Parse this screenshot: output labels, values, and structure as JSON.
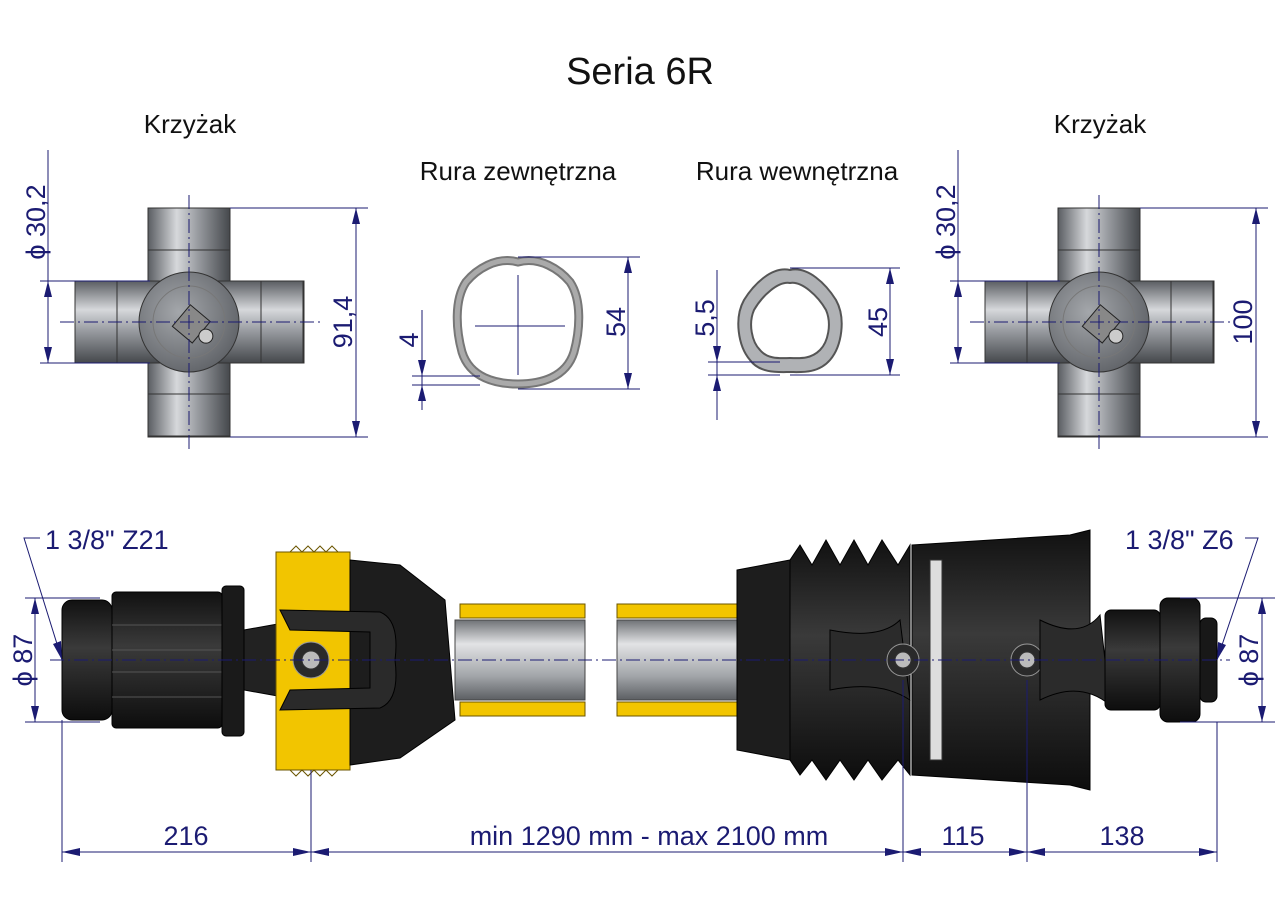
{
  "title": "Seria 6R",
  "cross_left": {
    "label": "Krzyżak",
    "diameter": "ϕ 30,2",
    "length": "91,4"
  },
  "outer_tube": {
    "label": "Rura zewnętrzna",
    "height": "54",
    "wall": "4"
  },
  "inner_tube": {
    "label": "Rura wewnętrzna",
    "height": "45",
    "wall": "5,5"
  },
  "cross_right": {
    "label": "Krzyżak",
    "diameter": "ϕ 30,2",
    "length": "100"
  },
  "shaft": {
    "left_spline": "1 3/8\" Z21",
    "right_spline": "1 3/8\" Z6",
    "left_diameter": "ϕ 87",
    "right_diameter": "ϕ 87",
    "dims": [
      "216",
      "min 1290 mm - max 2100 mm",
      "115",
      "138"
    ]
  },
  "colors": {
    "dimension": "#1b1b72",
    "guard": "#f2c500",
    "body": "#1c1c1c",
    "tube": "#a9acb0"
  }
}
